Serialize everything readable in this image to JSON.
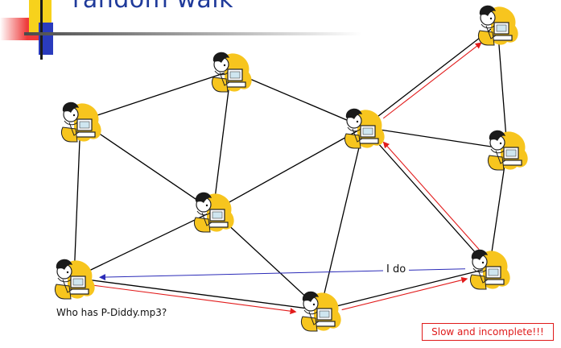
{
  "slide": {
    "title": "random walk",
    "labels": {
      "query": "Who has P-Diddy.mp3?",
      "reply": "I do",
      "conclusion": "Slow and incomplete!!!"
    }
  },
  "diagram": {
    "nodes": [
      {
        "id": "n-top-right",
        "icon": "person-at-computer-icon"
      },
      {
        "id": "n-top-center",
        "icon": "person-at-computer-icon"
      },
      {
        "id": "n-left",
        "icon": "person-at-computer-icon"
      },
      {
        "id": "n-center-right",
        "icon": "person-at-computer-icon"
      },
      {
        "id": "n-right",
        "icon": "person-at-computer-icon"
      },
      {
        "id": "n-center",
        "icon": "person-at-computer-icon"
      },
      {
        "id": "n-bottom-left",
        "icon": "person-at-computer-icon"
      },
      {
        "id": "n-bottom-right",
        "icon": "person-at-computer-icon"
      },
      {
        "id": "n-bottom-center",
        "icon": "person-at-computer-icon"
      }
    ],
    "edges": [
      [
        "n-top-center",
        "n-left"
      ],
      [
        "n-top-center",
        "n-center-right"
      ],
      [
        "n-top-center",
        "n-center"
      ],
      [
        "n-left",
        "n-center"
      ],
      [
        "n-left",
        "n-bottom-left"
      ],
      [
        "n-center",
        "n-center-right"
      ],
      [
        "n-center",
        "n-bottom-left"
      ],
      [
        "n-center",
        "n-bottom-center"
      ],
      [
        "n-center-right",
        "n-top-right"
      ],
      [
        "n-center-right",
        "n-right"
      ],
      [
        "n-center-right",
        "n-bottom-center"
      ],
      [
        "n-center-right",
        "n-bottom-right"
      ],
      [
        "n-top-right",
        "n-right"
      ],
      [
        "n-right",
        "n-bottom-right"
      ],
      [
        "n-bottom-left",
        "n-bottom-center"
      ],
      [
        "n-bottom-center",
        "n-bottom-right"
      ]
    ],
    "walk_arrows": [
      [
        "n-bottom-left",
        "n-bottom-center"
      ],
      [
        "n-bottom-center",
        "n-bottom-right"
      ],
      [
        "n-bottom-right",
        "n-center-right"
      ],
      [
        "n-center-right",
        "n-top-right"
      ]
    ],
    "reply_arrow": [
      "n-bottom-right",
      "n-bottom-left"
    ],
    "colors": {
      "edge": "#000000",
      "walk": "#e21b1b",
      "reply": "#2b2bb8",
      "title": "#1f3a9a",
      "accent": "#f7c51e"
    }
  }
}
